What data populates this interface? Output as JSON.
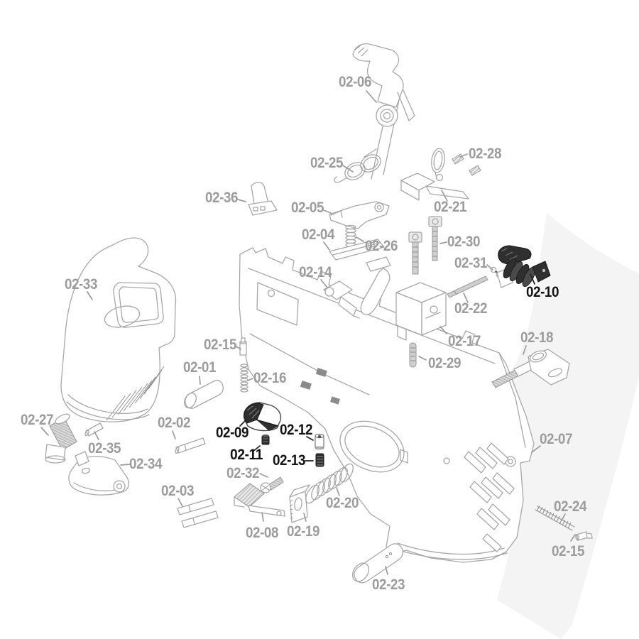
{
  "diagram": {
    "type": "exploded-parts-diagram",
    "subject": "pistol-lower-frame-assembly",
    "background_color": "#ffffff",
    "line_color": "#a7a7a7",
    "label_color_default": "#9c9c9c",
    "label_color_highlight": "#141414",
    "highlighted_part_ids": [
      "02-09",
      "02-10",
      "02-11",
      "02-12",
      "02-13"
    ],
    "labels": [
      {
        "id": "02-06",
        "text": "02-06",
        "highlighted": false
      },
      {
        "id": "02-28",
        "text": "02-28",
        "highlighted": false
      },
      {
        "id": "02-25",
        "text": "02-25",
        "highlighted": false
      },
      {
        "id": "02-36",
        "text": "02-36",
        "highlighted": false
      },
      {
        "id": "02-05",
        "text": "02-05",
        "highlighted": false
      },
      {
        "id": "02-21",
        "text": "02-21",
        "highlighted": false
      },
      {
        "id": "02-04",
        "text": "02-04",
        "highlighted": false
      },
      {
        "id": "02-26",
        "text": "02-26",
        "highlighted": false
      },
      {
        "id": "02-30",
        "text": "02-30",
        "highlighted": false
      },
      {
        "id": "02-14",
        "text": "02-14",
        "highlighted": false
      },
      {
        "id": "02-31",
        "text": "02-31",
        "highlighted": false
      },
      {
        "id": "02-10",
        "text": "02-10",
        "highlighted": true
      },
      {
        "id": "02-33",
        "text": "02-33",
        "highlighted": false
      },
      {
        "id": "02-22",
        "text": "02-22",
        "highlighted": false
      },
      {
        "id": "02-17",
        "text": "02-17",
        "highlighted": false
      },
      {
        "id": "02-18",
        "text": "02-18",
        "highlighted": false
      },
      {
        "id": "02-15-upper",
        "text": "02-15",
        "highlighted": false
      },
      {
        "id": "02-29",
        "text": "02-29",
        "highlighted": false
      },
      {
        "id": "02-01",
        "text": "02-01",
        "highlighted": false
      },
      {
        "id": "02-16",
        "text": "02-16",
        "highlighted": false
      },
      {
        "id": "02-02",
        "text": "02-02",
        "highlighted": false
      },
      {
        "id": "02-09",
        "text": "02-09",
        "highlighted": true
      },
      {
        "id": "02-12",
        "text": "02-12",
        "highlighted": true
      },
      {
        "id": "02-11",
        "text": "02-11",
        "highlighted": true
      },
      {
        "id": "02-13",
        "text": "02-13",
        "highlighted": true
      },
      {
        "id": "02-27",
        "text": "02-27",
        "highlighted": false
      },
      {
        "id": "02-35",
        "text": "02-35",
        "highlighted": false
      },
      {
        "id": "02-34",
        "text": "02-34",
        "highlighted": false
      },
      {
        "id": "02-07",
        "text": "02-07",
        "highlighted": false
      },
      {
        "id": "02-32",
        "text": "02-32",
        "highlighted": false
      },
      {
        "id": "02-03",
        "text": "02-03",
        "highlighted": false
      },
      {
        "id": "02-20",
        "text": "02-20",
        "highlighted": false
      },
      {
        "id": "02-24",
        "text": "02-24",
        "highlighted": false
      },
      {
        "id": "02-15-lower",
        "text": "02-15",
        "highlighted": false
      },
      {
        "id": "02-23",
        "text": "02-23",
        "highlighted": false
      },
      {
        "id": "02-08",
        "text": "02-08",
        "highlighted": false
      },
      {
        "id": "02-19",
        "text": "02-19",
        "highlighted": false
      }
    ]
  }
}
